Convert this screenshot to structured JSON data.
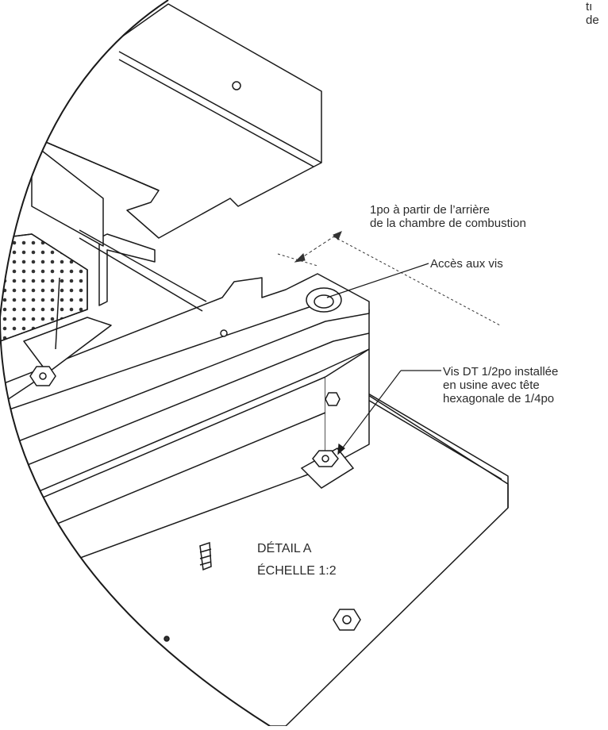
{
  "corner_fragment": [
    "tı",
    "de"
  ],
  "callouts": {
    "distance": [
      "1po à partir de l’arrière",
      "de la chambre de combustion"
    ],
    "screw_access": "Accès aux vis",
    "screw_spec": [
      "Vis DT 1/2po installée",
      "en usine avec tête",
      "hexagonale de 1/4po"
    ]
  },
  "detail_label": [
    "DÉTAIL A",
    "ÉCHELLE 1:2"
  ],
  "colors": {
    "line": "#1a1a1a",
    "fill": "#ffffff",
    "text": "#2b2b2b",
    "dots": "#333333"
  }
}
